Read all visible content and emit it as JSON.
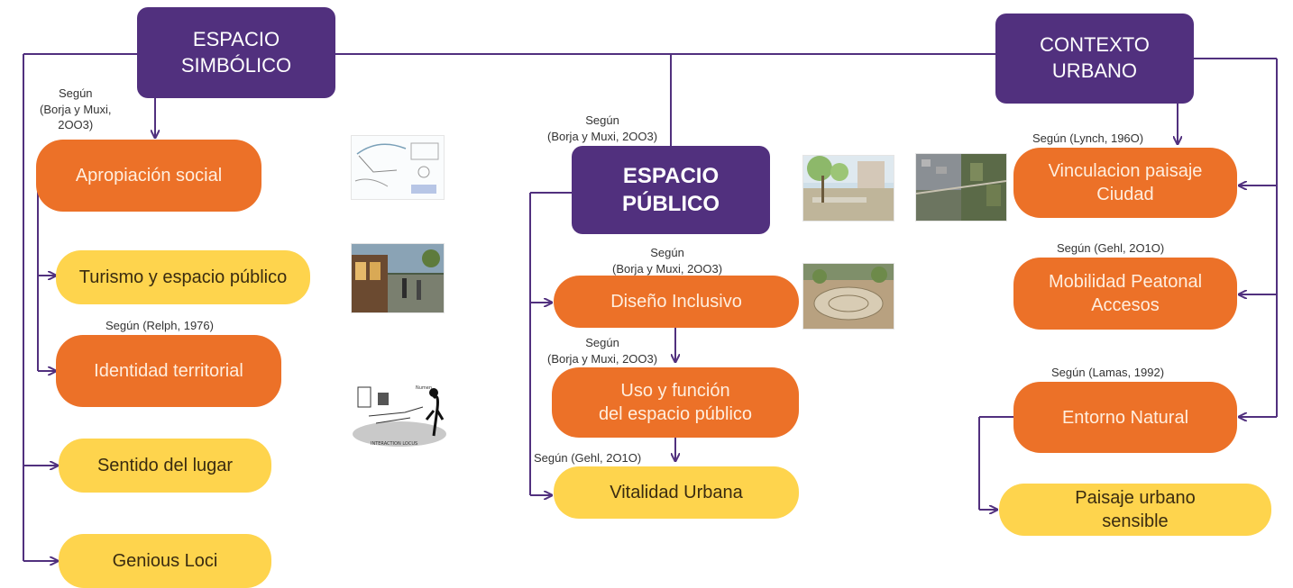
{
  "colors": {
    "purple": "#51307e",
    "orange": "#ec7128",
    "yellow": "#fed44d",
    "connector": "#51307e"
  },
  "headers": {
    "simbolico": [
      "ESPACIO",
      "SIMBÓLICO"
    ],
    "publico": [
      "ESPACIO",
      "PÚBLICO"
    ],
    "urbano": [
      "CONTEXTO",
      "URBANO"
    ]
  },
  "left": {
    "cite_main": [
      "Según",
      "(Borja y Muxi,",
      "2OO3)"
    ],
    "apropiacion": "Apropiación social",
    "turismo": "Turismo y espacio público",
    "cite_relph": "Según (Relph, 1976)",
    "identidad": "Identidad territorial",
    "sentido": "Sentido del lugar",
    "genious": "Genious Loci"
  },
  "center": {
    "cite_top": [
      "Según",
      "(Borja y Muxi, 2OO3)"
    ],
    "cite_disenio": [
      "Según",
      "(Borja y Muxi, 2OO3)"
    ],
    "disenio": "Diseño Inclusivo",
    "cite_uso": [
      "Según",
      "(Borja y Muxi, 2OO3)"
    ],
    "uso": [
      "Uso y función",
      "del espacio público"
    ],
    "cite_gehl": "Según  (Gehl, 2O1O)",
    "vitalidad": "Vitalidad Urbana"
  },
  "right": {
    "cite_lynch": "Según  (Lynch, 196O)",
    "vinculacion": [
      "Vinculacion paisaje",
      "Ciudad"
    ],
    "cite_gehl": "Según  (Gehl, 2O1O)",
    "movilidad": [
      "Mobilidad Peatonal",
      "Accesos"
    ],
    "cite_lamas": "Según  (Lamas, 1992)",
    "entorno": "Entorno Natural",
    "paisaje": [
      "Paisaje urbano",
      "sensible"
    ]
  },
  "images": {
    "sketch_caption": "INTERACTION LOCUS",
    "numen_label": "Numen"
  }
}
